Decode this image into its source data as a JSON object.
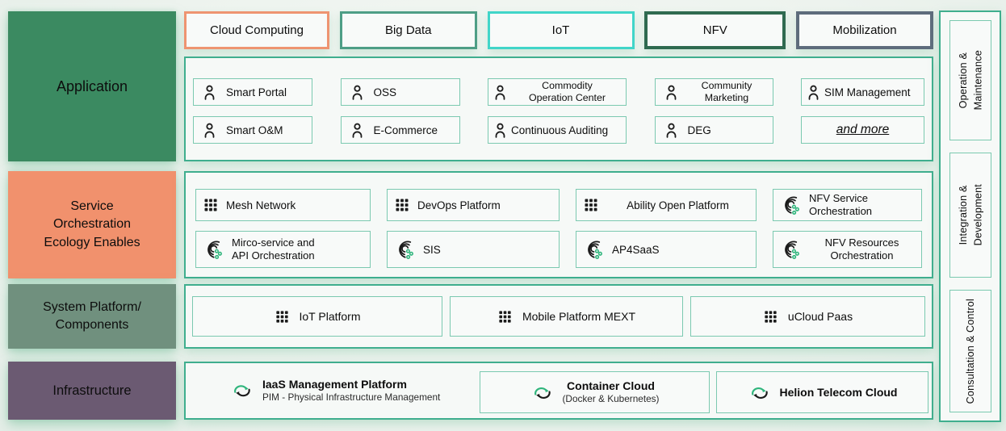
{
  "palette": {
    "application_bg": "#3b8a61",
    "service_bg": "#f1916d",
    "system_bg": "#70907e",
    "infrastructure_bg": "#6b5a72",
    "band_border": "#3fae8e",
    "item_border": "#7bc9b0",
    "tab_cloud_computing_border": "#ee9471",
    "tab_big_data_border": "#4e9e86",
    "tab_iot_border": "#41d5c9",
    "tab_nfv_border": "#2f6a50",
    "tab_mobilization_border": "#5e6c7c",
    "icon_green_accent": "#2fb57c"
  },
  "left_column": {
    "application": "Application",
    "service": "Service\nOrchestration\nEcology Enables",
    "system": "System Platform/\nComponents",
    "infrastructure": "Infrastructure"
  },
  "tabs": [
    {
      "label": "Cloud Computing"
    },
    {
      "label": "Big Data"
    },
    {
      "label": "IoT"
    },
    {
      "label": "NFV"
    },
    {
      "label": "Mobilization"
    }
  ],
  "application_band": {
    "items": [
      {
        "icon": "person-icon",
        "label": "Smart Portal"
      },
      {
        "icon": "person-icon",
        "label": "OSS"
      },
      {
        "icon": "person-icon",
        "label": "Commodity\nOperation Center"
      },
      {
        "icon": "person-icon",
        "label": "Community\nMarketing"
      },
      {
        "icon": "person-icon",
        "label": "SIM Management"
      },
      {
        "icon": "person-icon",
        "label": "Smart O&M"
      },
      {
        "icon": "person-icon",
        "label": "E-Commerce"
      },
      {
        "icon": "person-icon",
        "label": "Continuous Auditing"
      },
      {
        "icon": "person-icon",
        "label": "DEG"
      },
      {
        "icon": "",
        "label": "and more"
      }
    ]
  },
  "service_band": {
    "items": [
      {
        "icon": "grid-icon",
        "label": "Mesh Network"
      },
      {
        "icon": "grid-icon",
        "label": "DevOps Platform"
      },
      {
        "icon": "grid-icon",
        "label": "Ability Open Platform"
      },
      {
        "icon": "swirl-icon",
        "label": "NFV Service\nOrchestration"
      },
      {
        "icon": "swirl-icon",
        "label": "Mirco-service and\nAPI Orchestration"
      },
      {
        "icon": "swirl-icon",
        "label": "SIS"
      },
      {
        "icon": "swirl-icon",
        "label": "AP4SaaS"
      },
      {
        "icon": "swirl-icon",
        "label": "NFV Resources\nOrchestration"
      }
    ]
  },
  "system_band": {
    "items": [
      {
        "icon": "grid-icon",
        "label": "IoT Platform"
      },
      {
        "icon": "grid-icon",
        "label": "Mobile Platform MEXT"
      },
      {
        "icon": "grid-icon",
        "label": "uCloud Paas"
      }
    ]
  },
  "infrastructure_band": {
    "items": [
      {
        "icon": "cloud-sync-icon",
        "title": "IaaS Management Platform",
        "subtitle": "PIM - Physical Infrastructure Management"
      },
      {
        "icon": "cloud-sync-icon",
        "title": "Container Cloud",
        "subtitle": "(Docker & Kubernetes)"
      },
      {
        "icon": "cloud-sync-icon",
        "title": "Helion Telecom Cloud",
        "subtitle": ""
      }
    ]
  },
  "right_column": {
    "items": [
      {
        "label": "Operation &\nMaintenance"
      },
      {
        "label": "Integration &\nDevelopment"
      },
      {
        "label": "Consultation & Control"
      }
    ]
  }
}
